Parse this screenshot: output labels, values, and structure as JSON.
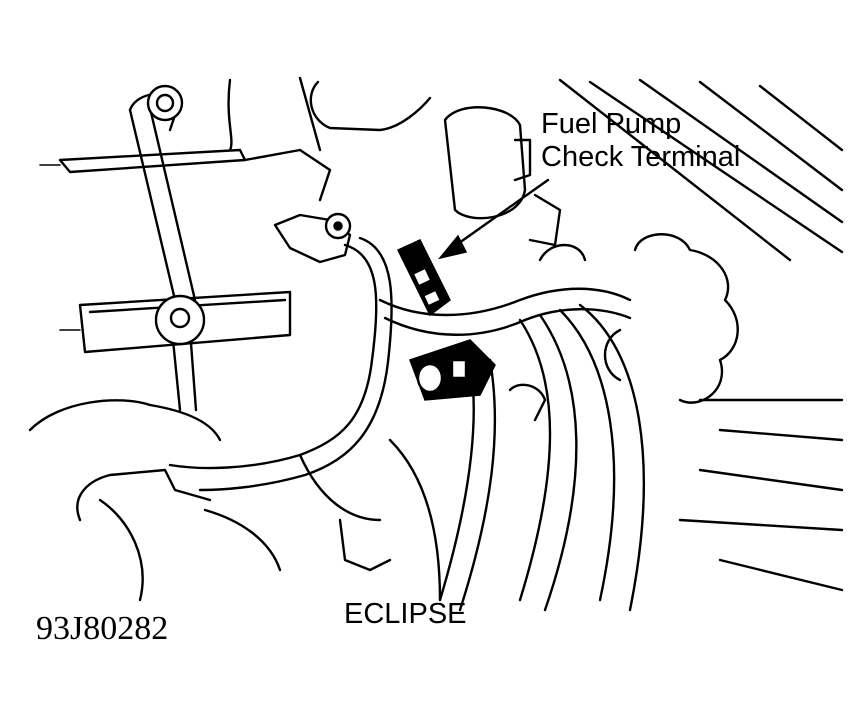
{
  "diagram": {
    "callout": {
      "line1": "Fuel Pump",
      "line2": "Check Terminal"
    },
    "model_label": "ECLIPSE",
    "figure_code": "93J80282"
  }
}
